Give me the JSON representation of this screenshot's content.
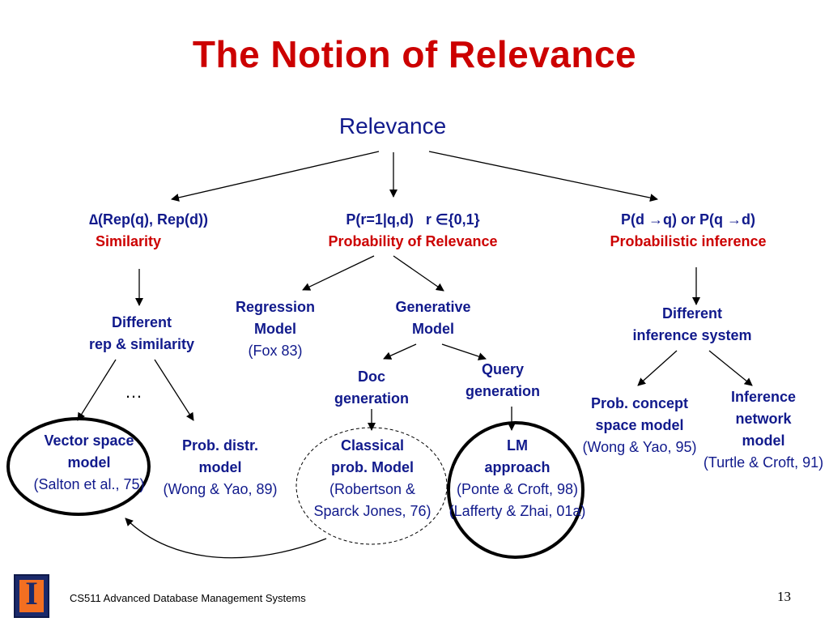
{
  "title": "The Notion of Relevance",
  "root": "Relevance",
  "branches": {
    "similarity": {
      "formula": "∆(Rep(q), Rep(d))",
      "label": "Similarity"
    },
    "probability": {
      "formula": "P(r=1|q,d)   r ∈{0,1}",
      "label": "Probability of Relevance"
    },
    "inference": {
      "formula": "P(d →q) or P(q →d)",
      "label": "Probabilistic inference"
    }
  },
  "nodes": {
    "different_rep": {
      "line1": "Different",
      "line2": "rep &  similarity"
    },
    "ellipsis": "…",
    "regression": {
      "line1": "Regression",
      "line2": "Model",
      "cite": "(Fox 83)"
    },
    "generative": {
      "line1": "Generative",
      "line2": "Model"
    },
    "different_inference": {
      "line1": "Different",
      "line2": "inference system"
    },
    "doc_generation": {
      "line1": "Doc",
      "line2": "generation"
    },
    "query_generation": {
      "line1": "Query",
      "line2": "generation"
    },
    "vector_space": {
      "line1": "Vector space",
      "line2": "model",
      "cite": "(Salton et al., 75)"
    },
    "prob_distr": {
      "line1": "Prob. distr.",
      "line2": "model",
      "cite": "(Wong & Yao, 89)"
    },
    "classical": {
      "line1": "Classical",
      "line2": "prob. Model",
      "cite1": "(Robertson &",
      "cite2": "Sparck Jones, 76)"
    },
    "lm": {
      "line1": "LM",
      "line2": "approach",
      "cite1": "(Ponte & Croft, 98)",
      "cite2": "(Lafferty & Zhai, 01a)"
    },
    "prob_concept": {
      "line1": "Prob. concept",
      "line2": "space model",
      "cite": "(Wong & Yao, 95)"
    },
    "inference_network": {
      "line1": "Inference",
      "line2": "network",
      "line3": "model",
      "cite": "(Turtle & Croft, 91)"
    }
  },
  "footer": {
    "logo_glyph": "I",
    "course": "CS511 Advanced Database Management Systems",
    "page_number": "13"
  },
  "colors": {
    "title": "#cc0000",
    "text": "#111a8c",
    "accent_red": "#cc0000",
    "logo_blue": "#1b2a6b",
    "logo_orange": "#f36f21"
  }
}
